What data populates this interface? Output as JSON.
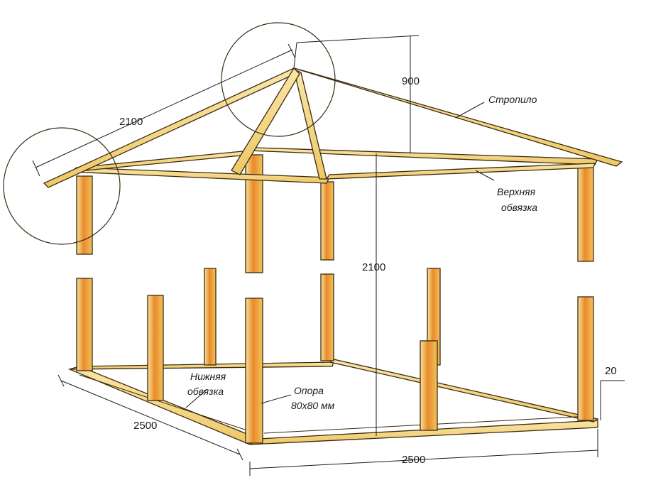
{
  "dimensions": {
    "roof_height": "900",
    "rafter_length": "2100",
    "post_height": "2100",
    "left_side_length": "2500",
    "front_side_length": "2500",
    "bottom_offset": "20"
  },
  "labels": {
    "rafter": "Стропило",
    "top_frame_line1": "Верхняя",
    "top_frame_line2": "обвязка",
    "bottom_frame_line1": "Нижняя",
    "bottom_frame_line2": "обвязка",
    "support_line1": "Опора",
    "support_line2": "80x80 мм"
  },
  "colors": {
    "wood_light": "#f5dc8a",
    "wood_mid": "#f0c060",
    "wood_dark": "#e47a1c",
    "outline": "#3a2a10"
  }
}
